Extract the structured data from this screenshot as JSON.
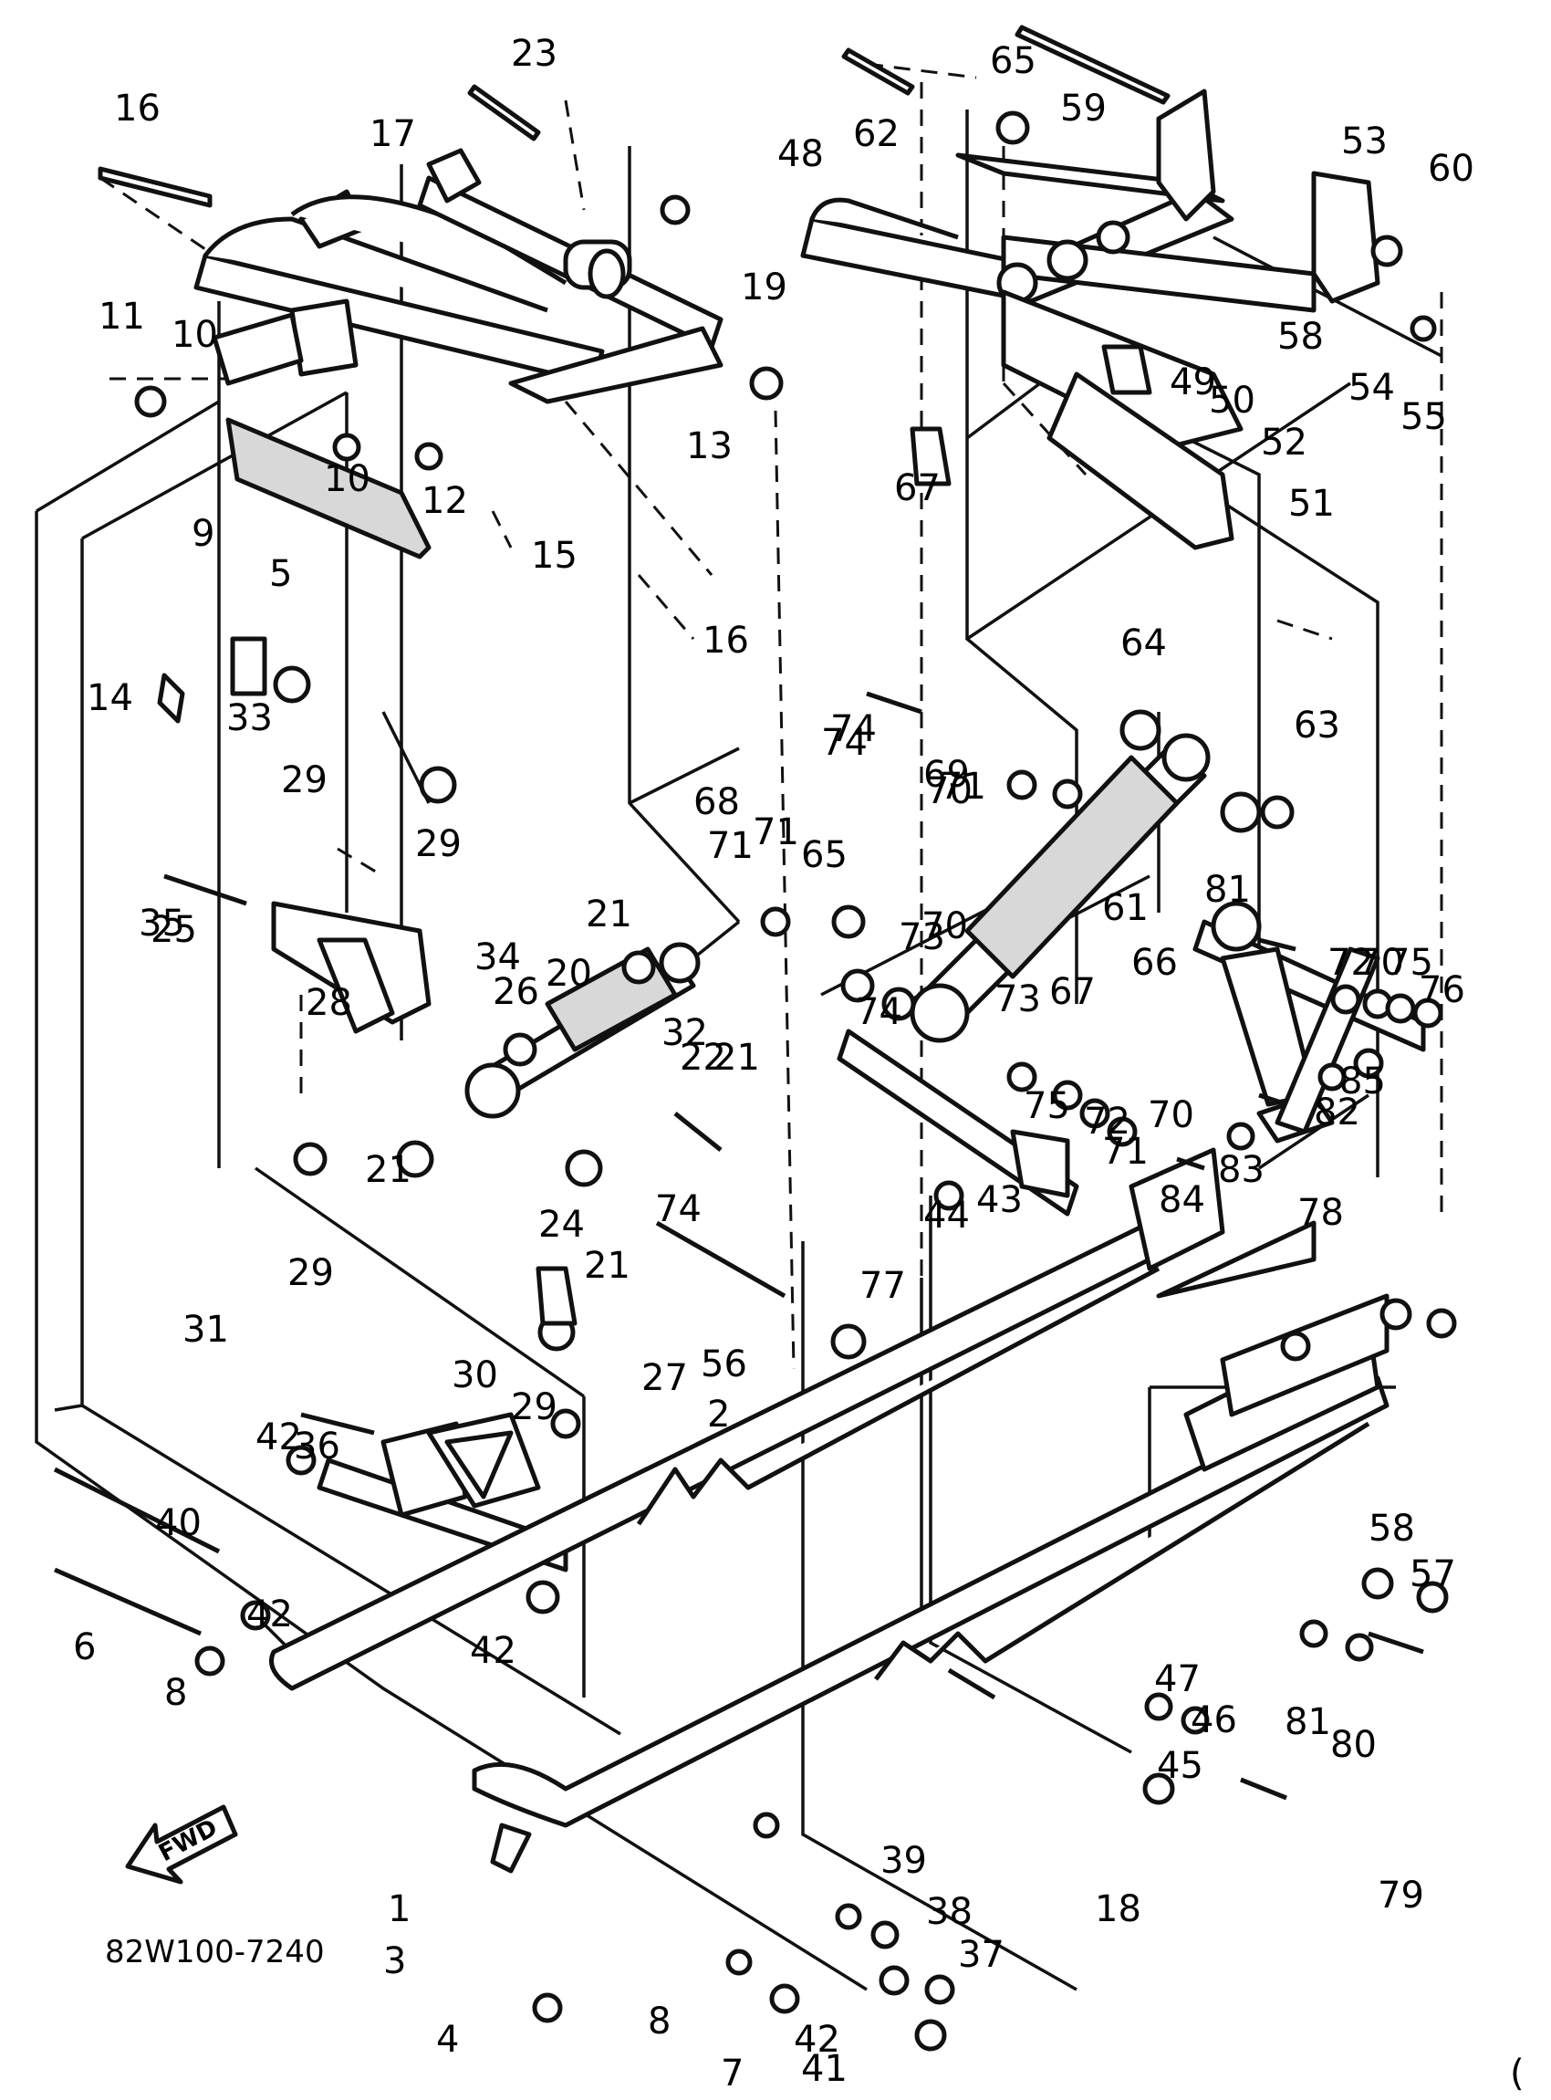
{
  "diagram": {
    "code": "82W100-7240",
    "fwd_label": "FWD",
    "corner_mark": "(",
    "callouts": [
      {
        "id": "c1",
        "text": "1"
      },
      {
        "id": "c2",
        "text": "2"
      },
      {
        "id": "c3",
        "text": "3"
      },
      {
        "id": "c4",
        "text": "4"
      },
      {
        "id": "c5",
        "text": "5"
      },
      {
        "id": "c6",
        "text": "6"
      },
      {
        "id": "c7",
        "text": "7"
      },
      {
        "id": "c8a",
        "text": "8"
      },
      {
        "id": "c8b",
        "text": "8"
      },
      {
        "id": "c9",
        "text": "9"
      },
      {
        "id": "c10a",
        "text": "10"
      },
      {
        "id": "c10b",
        "text": "10"
      },
      {
        "id": "c11",
        "text": "11"
      },
      {
        "id": "c12",
        "text": "12"
      },
      {
        "id": "c13",
        "text": "13"
      },
      {
        "id": "c14",
        "text": "14"
      },
      {
        "id": "c15",
        "text": "15"
      },
      {
        "id": "c16a",
        "text": "16"
      },
      {
        "id": "c16b",
        "text": "16"
      },
      {
        "id": "c17",
        "text": "17"
      },
      {
        "id": "c18",
        "text": "18"
      },
      {
        "id": "c19",
        "text": "19"
      },
      {
        "id": "c20",
        "text": "20"
      },
      {
        "id": "c21a",
        "text": "21"
      },
      {
        "id": "c21b",
        "text": "21"
      },
      {
        "id": "c21c",
        "text": "21"
      },
      {
        "id": "c21d",
        "text": "21"
      },
      {
        "id": "c22",
        "text": "22"
      },
      {
        "id": "c23",
        "text": "23"
      },
      {
        "id": "c24",
        "text": "24"
      },
      {
        "id": "c25",
        "text": "25"
      },
      {
        "id": "c26",
        "text": "26"
      },
      {
        "id": "c27",
        "text": "27"
      },
      {
        "id": "c28",
        "text": "28"
      },
      {
        "id": "c29a",
        "text": "29"
      },
      {
        "id": "c29b",
        "text": "29"
      },
      {
        "id": "c29c",
        "text": "29"
      },
      {
        "id": "c29d",
        "text": "29"
      },
      {
        "id": "c30",
        "text": "30"
      },
      {
        "id": "c31",
        "text": "31"
      },
      {
        "id": "c32",
        "text": "32"
      },
      {
        "id": "c33",
        "text": "33"
      },
      {
        "id": "c34",
        "text": "34"
      },
      {
        "id": "c35",
        "text": "35"
      },
      {
        "id": "c36",
        "text": "36"
      },
      {
        "id": "c37",
        "text": "37"
      },
      {
        "id": "c38",
        "text": "38"
      },
      {
        "id": "c39",
        "text": "39"
      },
      {
        "id": "c40",
        "text": "40"
      },
      {
        "id": "c41",
        "text": "41"
      },
      {
        "id": "c42a",
        "text": "42"
      },
      {
        "id": "c42b",
        "text": "42"
      },
      {
        "id": "c42c",
        "text": "42"
      },
      {
        "id": "c42d",
        "text": "42"
      },
      {
        "id": "c43",
        "text": "43"
      },
      {
        "id": "c44",
        "text": "44"
      },
      {
        "id": "c45",
        "text": "45"
      },
      {
        "id": "c46",
        "text": "46"
      },
      {
        "id": "c47",
        "text": "47"
      },
      {
        "id": "c48",
        "text": "48"
      },
      {
        "id": "c49",
        "text": "49"
      },
      {
        "id": "c50",
        "text": "50"
      },
      {
        "id": "c51",
        "text": "51"
      },
      {
        "id": "c52",
        "text": "52"
      },
      {
        "id": "c53",
        "text": "53"
      },
      {
        "id": "c54",
        "text": "54"
      },
      {
        "id": "c55",
        "text": "55"
      },
      {
        "id": "c56",
        "text": "56"
      },
      {
        "id": "c57",
        "text": "57"
      },
      {
        "id": "c58a",
        "text": "58"
      },
      {
        "id": "c58b",
        "text": "58"
      },
      {
        "id": "c59",
        "text": "59"
      },
      {
        "id": "c60",
        "text": "60"
      },
      {
        "id": "c61",
        "text": "61"
      },
      {
        "id": "c62",
        "text": "62"
      },
      {
        "id": "c63",
        "text": "63"
      },
      {
        "id": "c64",
        "text": "64"
      },
      {
        "id": "c65a",
        "text": "65"
      },
      {
        "id": "c65b",
        "text": "65"
      },
      {
        "id": "c66",
        "text": "66"
      },
      {
        "id": "c67a",
        "text": "67"
      },
      {
        "id": "c67b",
        "text": "67"
      },
      {
        "id": "c68",
        "text": "68"
      },
      {
        "id": "c69",
        "text": "69"
      },
      {
        "id": "c70a",
        "text": "70"
      },
      {
        "id": "c70b",
        "text": "70"
      },
      {
        "id": "c70c",
        "text": "70"
      },
      {
        "id": "c70d",
        "text": "70"
      },
      {
        "id": "c71a",
        "text": "71"
      },
      {
        "id": "c71b",
        "text": "71"
      },
      {
        "id": "c71c",
        "text": "71"
      },
      {
        "id": "c71d",
        "text": "71"
      },
      {
        "id": "c72a",
        "text": "72"
      },
      {
        "id": "c72b",
        "text": "72"
      },
      {
        "id": "c73a",
        "text": "73"
      },
      {
        "id": "c73b",
        "text": "73"
      },
      {
        "id": "c74a",
        "text": "74"
      },
      {
        "id": "c74b",
        "text": "74"
      },
      {
        "id": "c74c",
        "text": "74"
      },
      {
        "id": "c74d",
        "text": "74"
      },
      {
        "id": "c75a",
        "text": "75"
      },
      {
        "id": "c75b",
        "text": "75"
      },
      {
        "id": "c76",
        "text": "76"
      },
      {
        "id": "c77",
        "text": "77"
      },
      {
        "id": "c78",
        "text": "78"
      },
      {
        "id": "c79",
        "text": "79"
      },
      {
        "id": "c80",
        "text": "80"
      },
      {
        "id": "c81a",
        "text": "81"
      },
      {
        "id": "c81b",
        "text": "81"
      },
      {
        "id": "c82",
        "text": "82"
      },
      {
        "id": "c83",
        "text": "83"
      },
      {
        "id": "c84",
        "text": "84"
      },
      {
        "id": "c85",
        "text": "85"
      }
    ]
  }
}
